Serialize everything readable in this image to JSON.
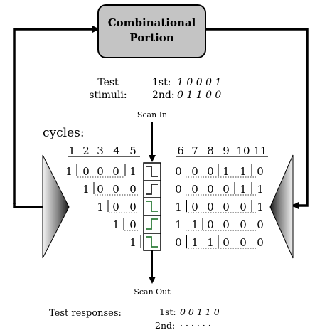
{
  "combinational_box": {
    "line1": "Combinational",
    "line2": "Portion"
  },
  "test_stimuli": {
    "label_line1": "Test",
    "label_line2": "stimuli:",
    "first_label": "1st:",
    "first_value": "1 0 0 0 1",
    "second_label": "2nd:",
    "second_value": "0 1 1 0 0"
  },
  "scan_in": "Scan In",
  "scan_out": "Scan Out",
  "cycles_label": "cycles:",
  "left_cycles": [
    "1",
    "2",
    "3",
    "4",
    "5"
  ],
  "right_cycles": [
    "6",
    "7",
    "8",
    "9",
    "10",
    "11"
  ],
  "left_rows": [
    [
      "1",
      "0",
      "0",
      "0",
      "1"
    ],
    [
      "1",
      "0",
      "0",
      "0"
    ],
    [
      "1",
      "0",
      "0"
    ],
    [
      "1",
      "0"
    ],
    [
      "1"
    ]
  ],
  "right_rows": [
    [
      "0",
      "0",
      "0",
      "1",
      "1",
      "0"
    ],
    [
      "0",
      "0",
      "0",
      "0",
      "1",
      "1"
    ],
    [
      "1",
      "0",
      "0",
      "0",
      "0",
      "1"
    ],
    [
      "1",
      "1",
      "0",
      "0",
      "0",
      "0"
    ],
    [
      "0",
      "1",
      "1",
      "0",
      "0",
      "0"
    ]
  ],
  "test_responses": {
    "label": "Test responses:",
    "first_label": "1st:",
    "first_value": "0 0 1 1 0",
    "second_label": "2nd:",
    "second_value": "· · · · · ·"
  }
}
